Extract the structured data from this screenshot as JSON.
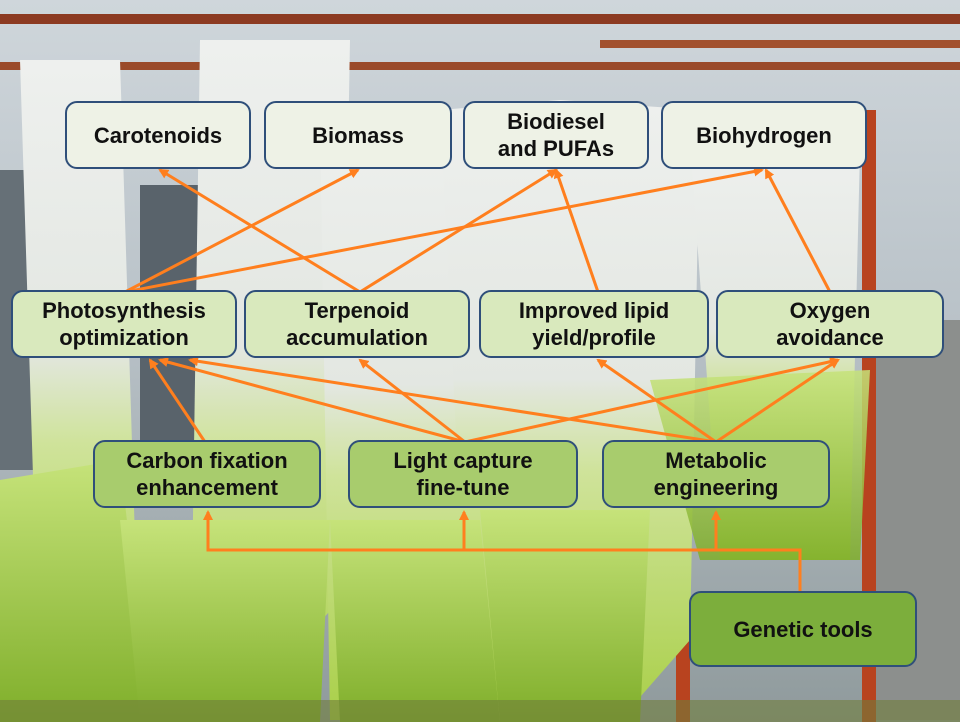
{
  "colors": {
    "arrow": "#ff7f1e",
    "box_border": "#2f4f7a",
    "outputs_fill": "#eef2e6",
    "traits_fill": "#d9e9bd",
    "targets_fill": "#a8cc6d",
    "source_fill": "#7cae3c"
  },
  "background_photo": "algae photobioreactor bags hanging in a greenhouse",
  "nodes": {
    "carotenoids": "Carotenoids",
    "biomass": "Biomass",
    "biodiesel": "Biodiesel\nand PUFAs",
    "biohydrogen": "Biohydrogen",
    "photosynthesis": "Photosynthesis\noptimization",
    "terpenoid": "Terpenoid\naccumulation",
    "lipid": "Improved lipid\nyield/profile",
    "oxygen": "Oxygen\navoidance",
    "carbon": "Carbon fixation\nenhancement",
    "light": "Light capture\nfine-tune",
    "metabolic": "Metabolic\nengineering",
    "genetic": "Genetic tools"
  },
  "edges": [
    [
      "genetic",
      "carbon"
    ],
    [
      "genetic",
      "light"
    ],
    [
      "genetic",
      "metabolic"
    ],
    [
      "carbon",
      "photosynthesis"
    ],
    [
      "light",
      "photosynthesis"
    ],
    [
      "light",
      "terpenoid"
    ],
    [
      "light",
      "oxygen"
    ],
    [
      "metabolic",
      "photosynthesis"
    ],
    [
      "metabolic",
      "lipid"
    ],
    [
      "metabolic",
      "oxygen"
    ],
    [
      "photosynthesis",
      "biomass"
    ],
    [
      "photosynthesis",
      "biohydrogen"
    ],
    [
      "terpenoid",
      "carotenoids"
    ],
    [
      "terpenoid",
      "biodiesel"
    ],
    [
      "lipid",
      "biodiesel"
    ],
    [
      "oxygen",
      "biohydrogen"
    ]
  ]
}
